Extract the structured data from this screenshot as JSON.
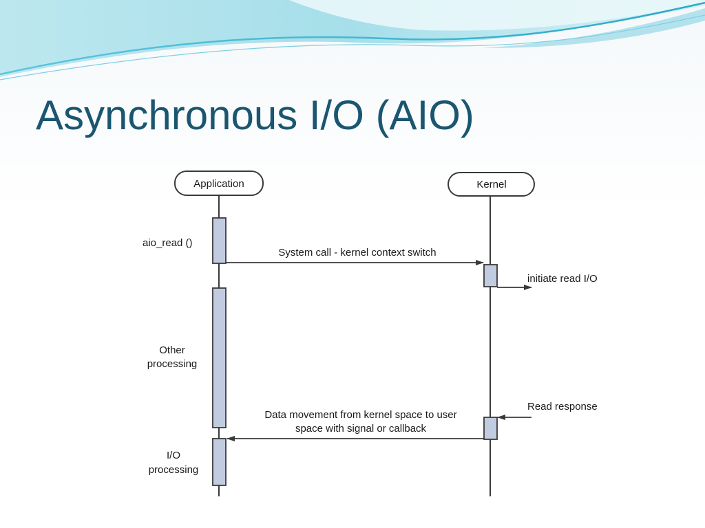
{
  "slide": {
    "title": "Asynchronous I/O (AIO)"
  },
  "diagram": {
    "participants": {
      "application": "Application",
      "kernel": "Kernel"
    },
    "labels": {
      "aio_read": "aio_read ()",
      "system_call": "System call - kernel context switch",
      "initiate_read": "initiate read I/O",
      "other_line1": "Other",
      "other_line2": "processing",
      "read_response": "Read response",
      "data_line1": "Data movement from kernel space to user",
      "data_line2": "space with signal or callback",
      "io_line1": "I/O",
      "io_line2": "processing"
    },
    "colors": {
      "title": "#1a5670",
      "activation_fill": "#c2cce0",
      "line": "#3a3a3a",
      "wave_light": "#bfe8f0",
      "wave_accent": "#2fb3cf"
    }
  }
}
